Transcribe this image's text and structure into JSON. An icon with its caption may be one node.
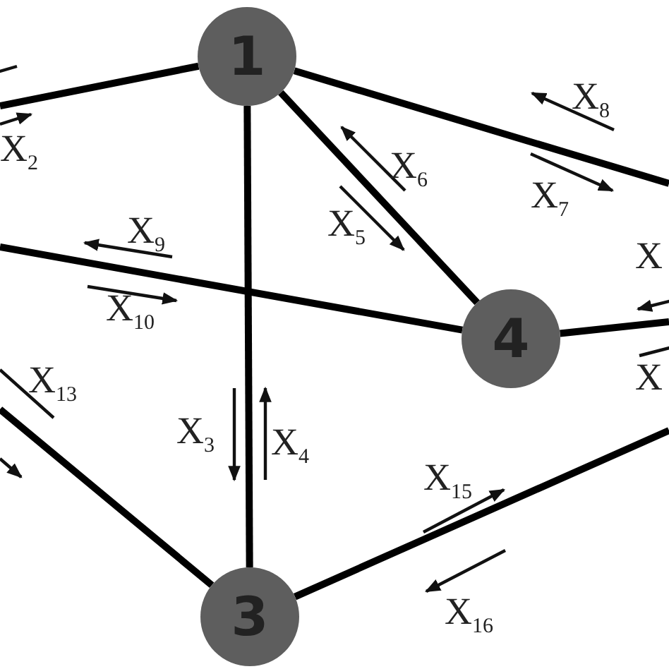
{
  "diagram": {
    "nodes": [
      {
        "text": [
          "1"
        ]
      },
      {
        "text": [
          "4"
        ]
      },
      {
        "text": [
          "3"
        ]
      }
    ],
    "edges": [
      {
        "from": 0,
        "to": null,
        "arrow": "none"
      },
      {
        "from": 0,
        "to": null,
        "arrow": "none"
      },
      {
        "from": 0,
        "to": 1,
        "arrow": "none"
      },
      {
        "from": 0,
        "to": 2,
        "arrow": "none"
      },
      {
        "from": null,
        "to": 1,
        "arrow": "none"
      },
      {
        "from": 1,
        "to": null,
        "arrow": "none"
      },
      {
        "from": null,
        "to": 2,
        "arrow": "none"
      },
      {
        "from": 2,
        "to": null,
        "arrow": "none"
      }
    ],
    "labels": [
      "X$_{2}$",
      "X$_{8}$",
      "X$_{6}$",
      "X$_{7}$",
      "X$_{5}$",
      "X",
      "X$_{9}$",
      "X$_{10}$",
      "X",
      "X$_{13}$",
      "X$_{3}$",
      "X$_{4}$",
      "X$_{15}$",
      "X$_{16}$"
    ]
  }
}
